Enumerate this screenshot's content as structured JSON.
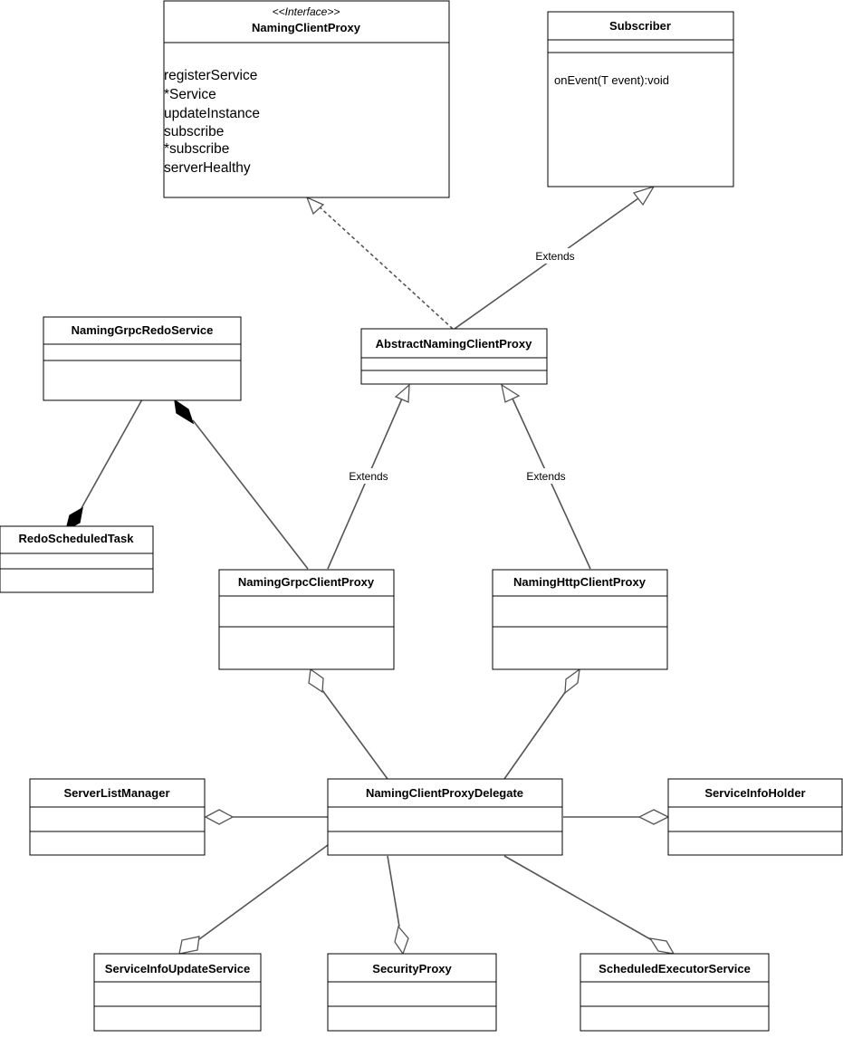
{
  "classes": [
    {
      "id": "naming-client-proxy",
      "stereotype": "<<Interface>>",
      "name": "NamingClientProxy",
      "methods": [
        "registerService",
        "*Service",
        "updateInstance",
        "subscribe",
        "*subscribe",
        "serverHealthy"
      ]
    },
    {
      "id": "subscriber",
      "name": "Subscriber",
      "methods": [
        "onEvent(T event):void"
      ]
    },
    {
      "id": "naming-grpc-redo-service",
      "name": "NamingGrpcRedoService"
    },
    {
      "id": "abstract-naming-client-proxy",
      "name": "AbstractNamingClientProxy"
    },
    {
      "id": "redo-scheduled-task",
      "name": "RedoScheduledTask"
    },
    {
      "id": "naming-grpc-client-proxy",
      "name": "NamingGrpcClientProxy"
    },
    {
      "id": "naming-http-client-proxy",
      "name": "NamingHttpClientProxy"
    },
    {
      "id": "server-list-manager",
      "name": "ServerListManager"
    },
    {
      "id": "naming-client-proxy-delegate",
      "name": "NamingClientProxyDelegate"
    },
    {
      "id": "service-info-holder",
      "name": "ServiceInfoHolder"
    },
    {
      "id": "service-info-update-service",
      "name": "ServiceInfoUpdateService"
    },
    {
      "id": "security-proxy",
      "name": "SecurityProxy"
    },
    {
      "id": "scheduled-executor-service",
      "name": "ScheduledExecutorService"
    }
  ],
  "relations": [
    {
      "id": "abstract-implements-interface",
      "type": "realization",
      "label": ""
    },
    {
      "id": "abstract-extends-subscriber",
      "type": "generalization",
      "label": "Extends"
    },
    {
      "id": "grpc-extends-abstract",
      "type": "generalization",
      "label": "Extends"
    },
    {
      "id": "http-extends-abstract",
      "type": "generalization",
      "label": "Extends"
    },
    {
      "id": "redo-service-composes-grpc",
      "type": "composition",
      "label": ""
    },
    {
      "id": "redo-task-composes-redo-service",
      "type": "composition",
      "label": ""
    },
    {
      "id": "grpc-aggregates-delegate",
      "type": "aggregation",
      "label": ""
    },
    {
      "id": "http-aggregates-delegate",
      "type": "aggregation",
      "label": ""
    },
    {
      "id": "server-list-aggregates-delegate",
      "type": "aggregation",
      "label": ""
    },
    {
      "id": "holder-aggregates-delegate",
      "type": "aggregation",
      "label": ""
    },
    {
      "id": "update-service-aggregates-delegate",
      "type": "aggregation",
      "label": ""
    },
    {
      "id": "security-aggregates-delegate",
      "type": "aggregation",
      "label": ""
    },
    {
      "id": "executor-aggregates-delegate",
      "type": "aggregation",
      "label": ""
    }
  ]
}
